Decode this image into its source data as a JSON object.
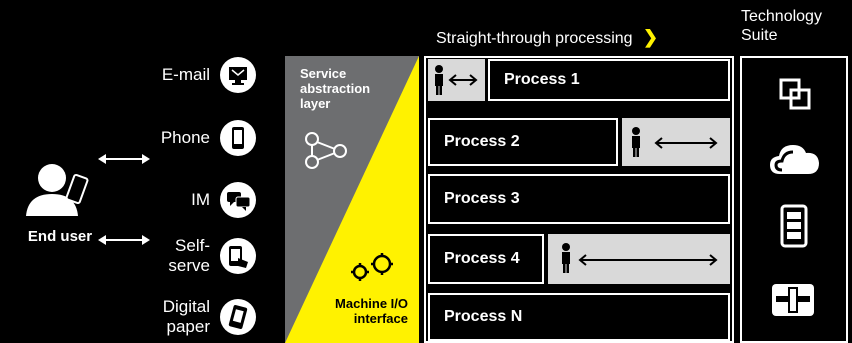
{
  "header": {
    "stp_label": "Straight-through processing",
    "suite_label_line1": "Technology",
    "suite_label_line2": "Suite"
  },
  "user": {
    "label": "End user"
  },
  "channels": [
    {
      "label": "E-mail",
      "icon": "email-icon"
    },
    {
      "label": "Phone",
      "icon": "phone-icon"
    },
    {
      "label": "IM",
      "icon": "chat-icon"
    },
    {
      "label_line1": "Self-",
      "label_line2": "serve",
      "icon": "touch-kiosk-icon"
    },
    {
      "label_line1": "Digital",
      "label_line2": "paper",
      "icon": "digital-paper-icon"
    }
  ],
  "layers": {
    "service_line1": "Service",
    "service_line2": "abstraction",
    "service_line3": "layer",
    "machine_line1": "Machine I/O",
    "machine_line2": "interface"
  },
  "processes": [
    {
      "label": "Process 1"
    },
    {
      "label": "Process 2"
    },
    {
      "label": "Process 3"
    },
    {
      "label": "Process 4"
    },
    {
      "label": "Process N"
    }
  ],
  "colors": {
    "yellow": "#fff200",
    "gray": "#6d6e70",
    "light_gray": "#d9d9d9"
  },
  "suite_icons": [
    "overlapping-windows-icon",
    "cloud-icon",
    "server-icon",
    "database-icon"
  ]
}
